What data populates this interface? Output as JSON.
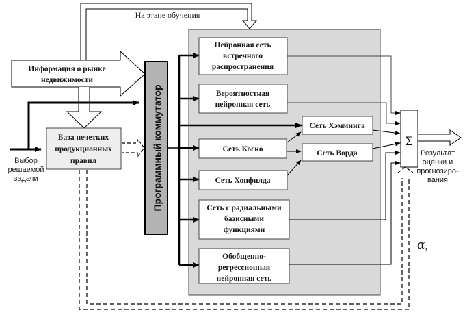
{
  "labels": {
    "training_stage": "На этапе обучения",
    "market_info": [
      "Информация о рынке",
      "недвижимости"
    ],
    "fuzzy_rules": [
      "База нечетких",
      "продукционных",
      "правил"
    ],
    "task_selection": [
      "Выбор",
      "решаемой",
      "задачи"
    ],
    "commutator": "Программный коммутатор",
    "result": [
      "Результат",
      "оценки и",
      "прогнозиро-",
      "вания"
    ],
    "sum_symbol": "Σ",
    "alpha": "α",
    "alpha_sub": "i"
  },
  "networks": [
    {
      "id": "counterprop",
      "lines": [
        "Нейронная сеть",
        "встречного",
        "распространения"
      ]
    },
    {
      "id": "probabilistic",
      "lines": [
        "Вероятностная",
        "нейронная сеть"
      ]
    },
    {
      "id": "kosko",
      "lines": [
        "Сеть Коско"
      ]
    },
    {
      "id": "hopfield",
      "lines": [
        "Сеть Хопфилда"
      ]
    },
    {
      "id": "rbf",
      "lines": [
        "Сеть с радиальными",
        "базисными",
        "функциями"
      ]
    },
    {
      "id": "grnn",
      "lines": [
        "Обобщенно-",
        "регрессионная",
        "нейронная сеть"
      ]
    }
  ],
  "sub_networks": [
    {
      "id": "hamming",
      "lines": [
        "Сеть Хэмминга"
      ]
    },
    {
      "id": "ward",
      "lines": [
        "Сеть Ворда"
      ]
    }
  ],
  "colors": {
    "container_fill": "#d9d9d9",
    "commutator_fill": "#b3b3b3",
    "rules_fill": "#eeeeee",
    "line": "#000000",
    "gray_line": "#444444"
  }
}
